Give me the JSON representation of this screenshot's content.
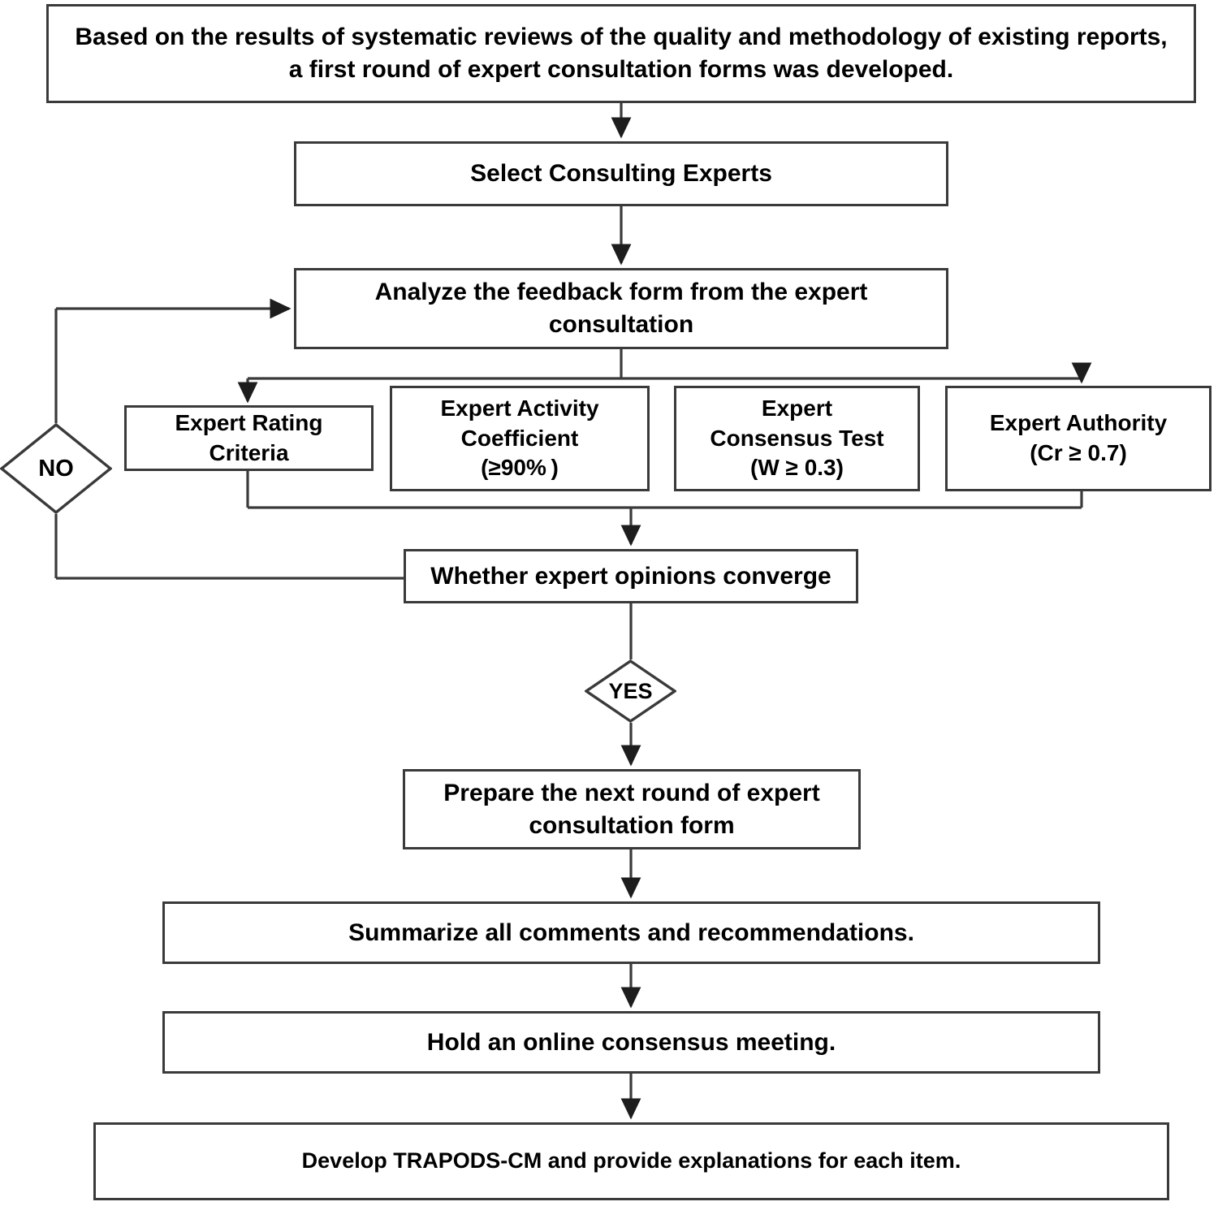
{
  "diagram": {
    "title": "Delphi expert consultation flowchart",
    "line_color": "#3a3a3a",
    "text_color": "#000000",
    "background": "#ffffff"
  },
  "nodes": {
    "top": "Based on the results of systematic reviews of the quality and methodology of existing reports,\na first round of expert consultation forms was developed.",
    "select_experts": "Select Consulting Experts",
    "analyze_feedback": "Analyze the feedback form from the expert\nconsultation",
    "criteria": [
      {
        "label": "Expert Rating\nCriteria"
      },
      {
        "label": "Expert Activity\nCoefficient\n(≥90% )"
      },
      {
        "label": "Expert\nConsensus Test\n(W ≥ 0.3)"
      },
      {
        "label": "Expert Authority\n(Cr ≥ 0.7)"
      }
    ],
    "converge_decision": "Whether expert opinions converge",
    "prepare_next_round": "Prepare the next round of expert\nconsultation form",
    "summarize": "Summarize all comments and recommendations.",
    "hold_meeting": "Hold an online consensus meeting.",
    "develop": "Develop TRAPODS-CM and provide explanations for each item."
  },
  "decisions": {
    "no_label": "NO",
    "yes_label": "YES"
  }
}
